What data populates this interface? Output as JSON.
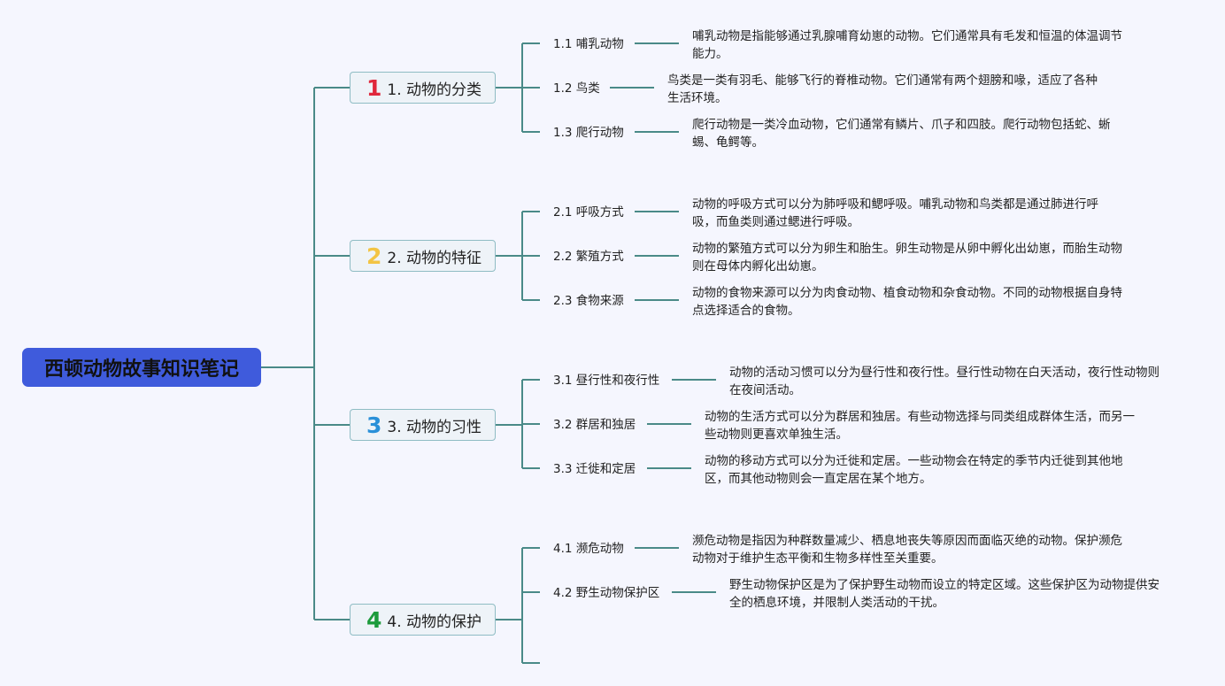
{
  "root": {
    "label": "西顿动物故事知识笔记"
  },
  "branches": [
    {
      "number": "1",
      "number_color": "#e0283c",
      "label": "1. 动物的分类",
      "children": [
        {
          "label": "1.1 哺乳动物",
          "desc": "哺乳动物是指能够通过乳腺哺育幼崽的动物。它们通常具有毛发和恒温的体温调节能力。"
        },
        {
          "label": "1.2 鸟类",
          "desc": "鸟类是一类有羽毛、能够飞行的脊椎动物。它们通常有两个翅膀和喙，适应了各种生活环境。"
        },
        {
          "label": "1.3 爬行动物",
          "desc": "爬行动物是一类冷血动物，它们通常有鳞片、爪子和四肢。爬行动物包括蛇、蜥蜴、龟鳄等。"
        }
      ]
    },
    {
      "number": "2",
      "number_color": "#f3c443",
      "label": "2. 动物的特征",
      "children": [
        {
          "label": "2.1 呼吸方式",
          "desc": "动物的呼吸方式可以分为肺呼吸和鳃呼吸。哺乳动物和鸟类都是通过肺进行呼吸，而鱼类则通过鳃进行呼吸。"
        },
        {
          "label": "2.2 繁殖方式",
          "desc": "动物的繁殖方式可以分为卵生和胎生。卵生动物是从卵中孵化出幼崽，而胎生动物则在母体内孵化出幼崽。"
        },
        {
          "label": "2.3 食物来源",
          "desc": "动物的食物来源可以分为肉食动物、植食动物和杂食动物。不同的动物根据自身特点选择适合的食物。"
        }
      ]
    },
    {
      "number": "3",
      "number_color": "#2a90d8",
      "label": "3. 动物的习性",
      "children": [
        {
          "label": "3.1 昼行性和夜行性",
          "desc": "动物的活动习惯可以分为昼行性和夜行性。昼行性动物在白天活动，夜行性动物则在夜间活动。"
        },
        {
          "label": "3.2 群居和独居",
          "desc": "动物的生活方式可以分为群居和独居。有些动物选择与同类组成群体生活，而另一些动物则更喜欢单独生活。"
        },
        {
          "label": "3.3 迁徙和定居",
          "desc": "动物的移动方式可以分为迁徙和定居。一些动物会在特定的季节内迁徙到其他地区，而其他动物则会一直定居在某个地方。"
        }
      ]
    },
    {
      "number": "4",
      "number_color": "#1d9b3c",
      "label": "4. 动物的保护",
      "children": [
        {
          "label": "4.1 濒危动物",
          "desc": "濒危动物是指因为种群数量减少、栖息地丧失等原因而面临灭绝的动物。保护濒危动物对于维护生态平衡和生物多样性至关重要。"
        },
        {
          "label": "4.2 野生动物保护区",
          "desc": "野生动物保护区是为了保护野生动物而设立的特定区域。这些保护区为动物提供安全的栖息环境，并限制人类活动的干扰。"
        }
      ]
    }
  ]
}
